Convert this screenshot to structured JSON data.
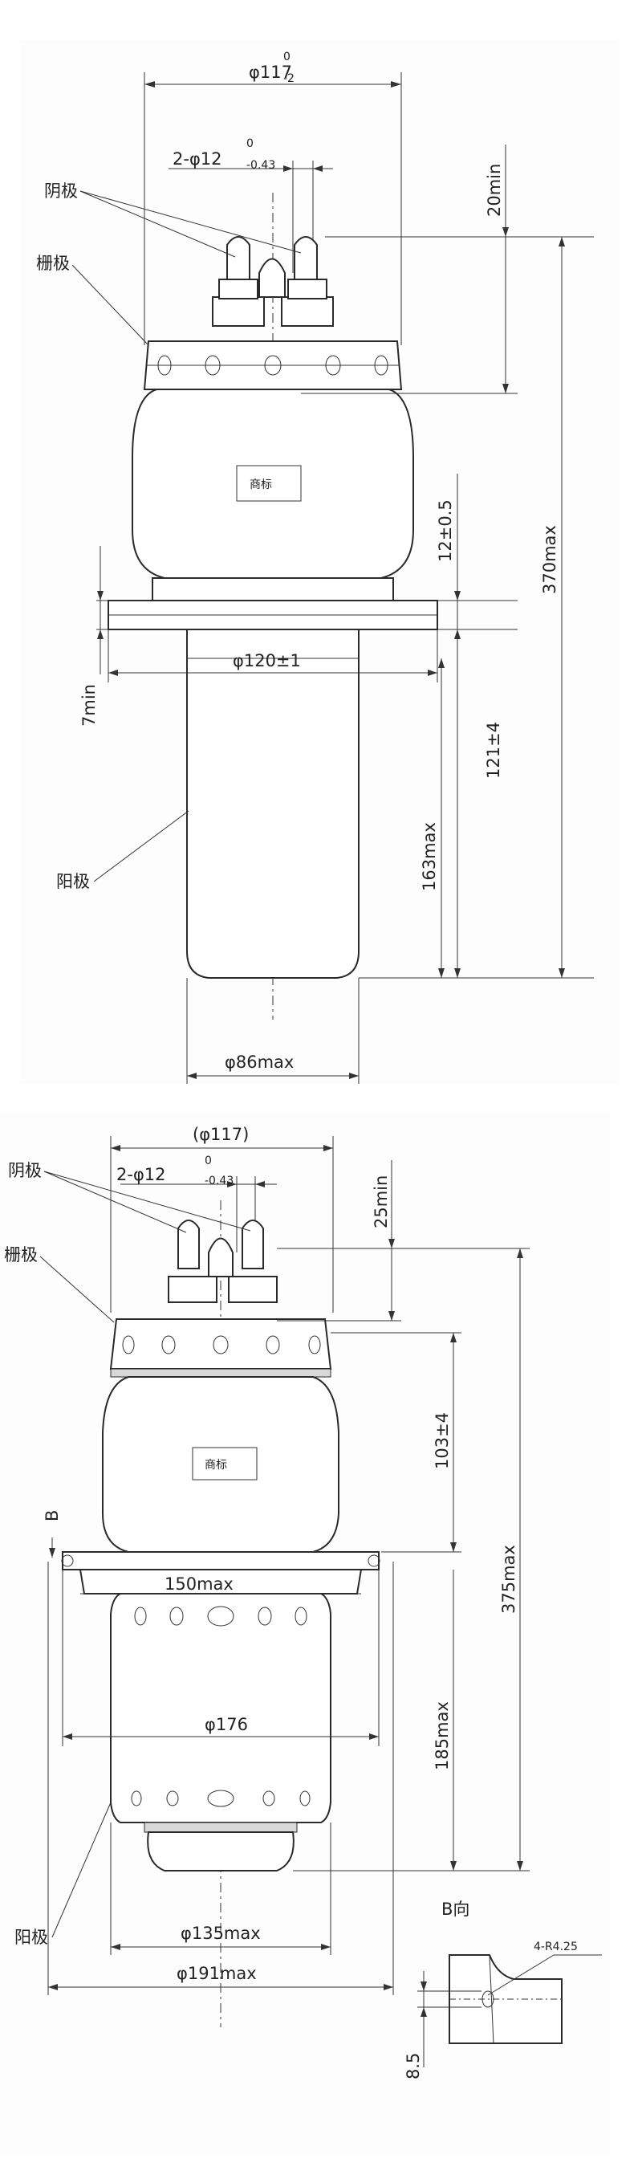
{
  "drawing1": {
    "label_cathode": "阴极",
    "label_grid": "栅极",
    "label_anode": "阳极",
    "trademark": "商标",
    "dim_top_diameter": "φ117",
    "dim_top_tol_upper": "0",
    "dim_top_tol_lower": "-2",
    "dim_pin_diameter": "2-φ12",
    "dim_pin_tol_upper": "0",
    "dim_pin_tol_lower": "-0.43",
    "dim_20min": "20min",
    "dim_12": "12±0.5",
    "dim_370": "370max",
    "dim_7min": "7min",
    "dim_120": "φ120±1",
    "dim_121": "121±4",
    "dim_163": "163max",
    "dim_86": "φ86max"
  },
  "drawing2": {
    "label_cathode": "阴极",
    "label_grid": "栅极",
    "label_anode": "阳极",
    "trademark": "商标",
    "dim_top_diameter": "(φ117)",
    "dim_pin_diameter": "2-φ12",
    "dim_pin_tol_upper": "0",
    "dim_pin_tol_lower": "-0.43",
    "dim_25min": "25min",
    "dim_103": "103±4",
    "dim_375": "375max",
    "label_B": "B",
    "dim_150": "150max",
    "dim_176": "φ176",
    "dim_185": "185max",
    "dim_135": "φ135max",
    "dim_191": "φ191max",
    "detail_title": "B向",
    "detail_radius": "4-R4.25",
    "detail_8_5": "8.5"
  }
}
